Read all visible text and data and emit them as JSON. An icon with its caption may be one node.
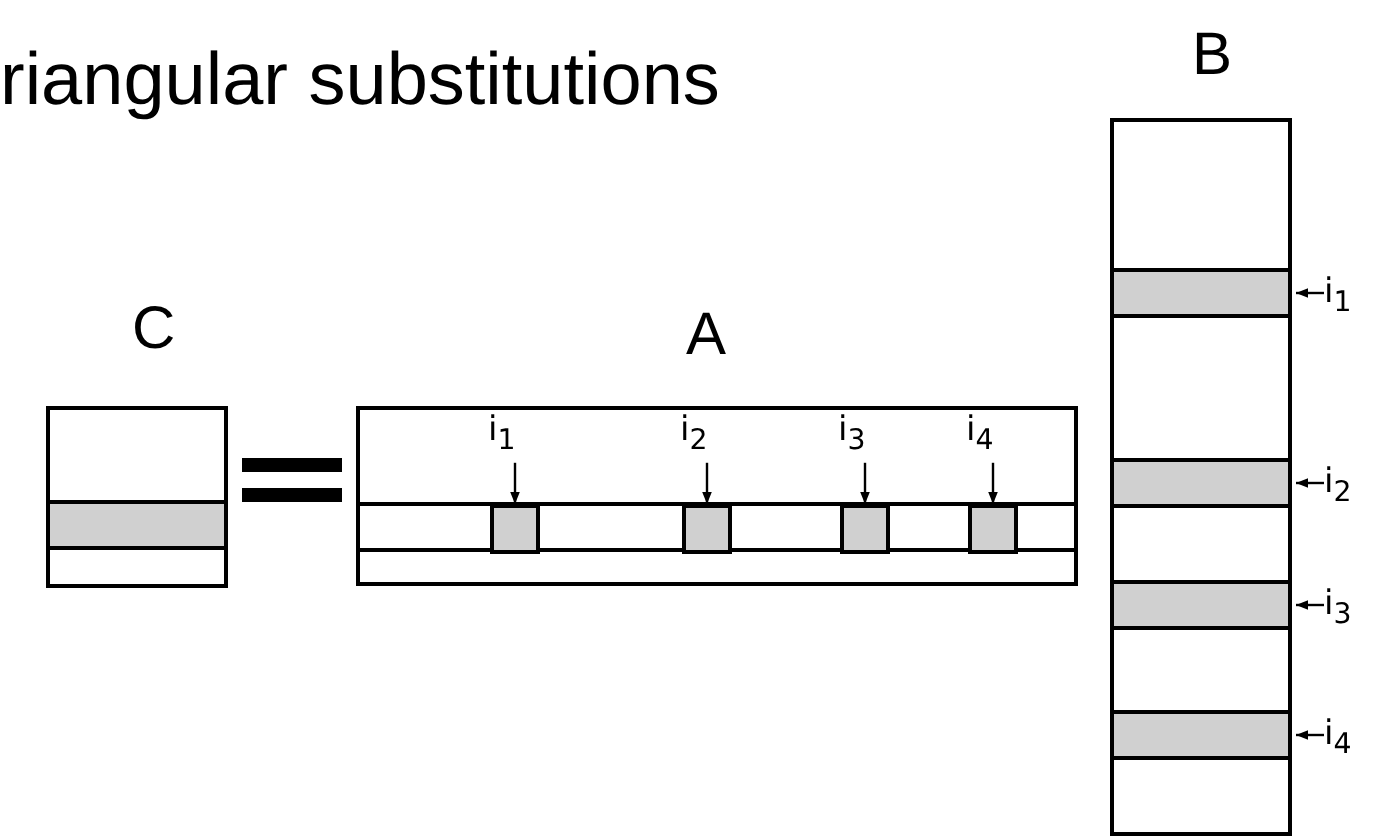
{
  "diagram": {
    "title": "riangular substitutions",
    "nodes": [
      {
        "text": [
          "C"
        ]
      },
      {
        "text": [],
        "shape": "bar",
        "in": 0
      },
      {
        "text": [
          "A"
        ]
      },
      {
        "text": [
          "i$_{1}$"
        ],
        "in": 2
      },
      {
        "text": [
          "i$_{2}$"
        ],
        "in": 2
      },
      {
        "text": [
          "i$_{3}$"
        ],
        "in": 2
      },
      {
        "text": [
          "i$_{4}$"
        ],
        "in": 2
      },
      {
        "text": [],
        "shape": "box",
        "in": 2
      },
      {
        "text": [],
        "shape": "box",
        "in": 2
      },
      {
        "text": [],
        "shape": "box",
        "in": 2
      },
      {
        "text": [],
        "shape": "box",
        "in": 2
      },
      {
        "text": [
          "B"
        ]
      },
      {
        "text": [],
        "shape": "bar",
        "in": 11
      },
      {
        "text": [],
        "shape": "bar",
        "in": 11
      },
      {
        "text": [],
        "shape": "bar",
        "in": 11
      },
      {
        "text": [],
        "shape": "bar",
        "in": 11
      },
      {
        "text": [
          "i$_{1}$"
        ]
      },
      {
        "text": [
          "i$_{2}$"
        ]
      },
      {
        "text": [
          "i$_{3}$"
        ]
      },
      {
        "text": [
          "i$_{4}$"
        ]
      }
    ],
    "edges": [
      {
        "from": 3,
        "to": 7,
        "arrow": "to"
      },
      {
        "from": 4,
        "to": 8,
        "arrow": "to"
      },
      {
        "from": 5,
        "to": 9,
        "arrow": "to"
      },
      {
        "from": 6,
        "to": 10,
        "arrow": "to"
      },
      {
        "from": 16,
        "to": 12,
        "arrow": "to"
      },
      {
        "from": 17,
        "to": 13,
        "arrow": "to"
      },
      {
        "from": 18,
        "to": 14,
        "arrow": "to"
      },
      {
        "from": 19,
        "to": 15,
        "arrow": "to"
      }
    ]
  }
}
